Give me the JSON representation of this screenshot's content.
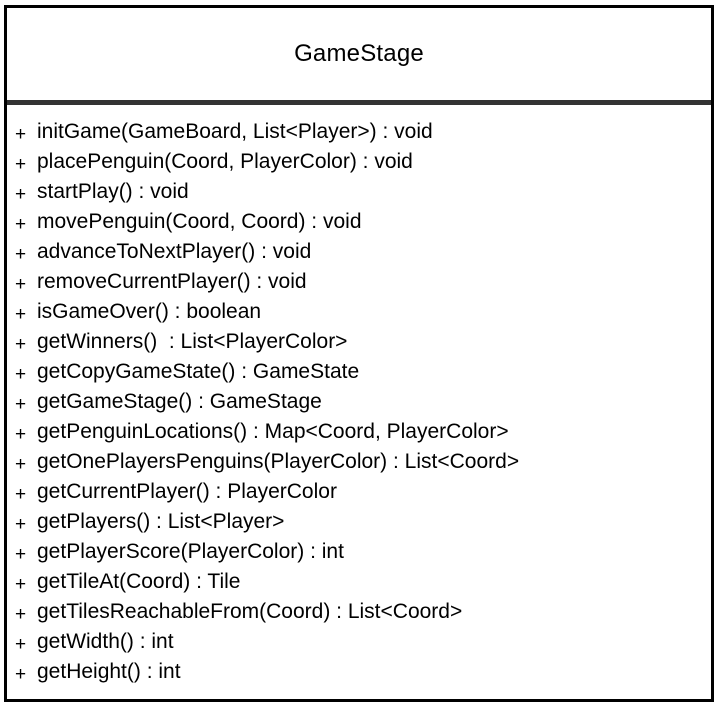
{
  "class": {
    "name": "GameStage",
    "methods": [
      {
        "visibility": "+",
        "signature": "initGame(GameBoard, List<Player>) : void"
      },
      {
        "visibility": "+",
        "signature": "placePenguin(Coord, PlayerColor) : void"
      },
      {
        "visibility": "+",
        "signature": "startPlay() : void"
      },
      {
        "visibility": "+",
        "signature": "movePenguin(Coord, Coord) : void"
      },
      {
        "visibility": "+",
        "signature": "advanceToNextPlayer() : void"
      },
      {
        "visibility": "+",
        "signature": "removeCurrentPlayer() : void"
      },
      {
        "visibility": "+",
        "signature": "isGameOver() : boolean"
      },
      {
        "visibility": "+",
        "signature": "getWinners()  : List<PlayerColor>"
      },
      {
        "visibility": "+",
        "signature": "getCopyGameState() : GameState"
      },
      {
        "visibility": "+",
        "signature": "getGameStage() : GameStage"
      },
      {
        "visibility": "+",
        "signature": "getPenguinLocations() : Map<Coord, PlayerColor>"
      },
      {
        "visibility": "+",
        "signature": "getOnePlayersPenguins(PlayerColor) : List<Coord>"
      },
      {
        "visibility": "+",
        "signature": "getCurrentPlayer() : PlayerColor"
      },
      {
        "visibility": "+",
        "signature": "getPlayers() : List<Player>"
      },
      {
        "visibility": "+",
        "signature": "getPlayerScore(PlayerColor) : int"
      },
      {
        "visibility": "+",
        "signature": "getTileAt(Coord) : Tile"
      },
      {
        "visibility": "+",
        "signature": "getTilesReachableFrom(Coord) : List<Coord>"
      },
      {
        "visibility": "+",
        "signature": "getWidth() : int"
      },
      {
        "visibility": "+",
        "signature": "getHeight() : int"
      }
    ]
  }
}
